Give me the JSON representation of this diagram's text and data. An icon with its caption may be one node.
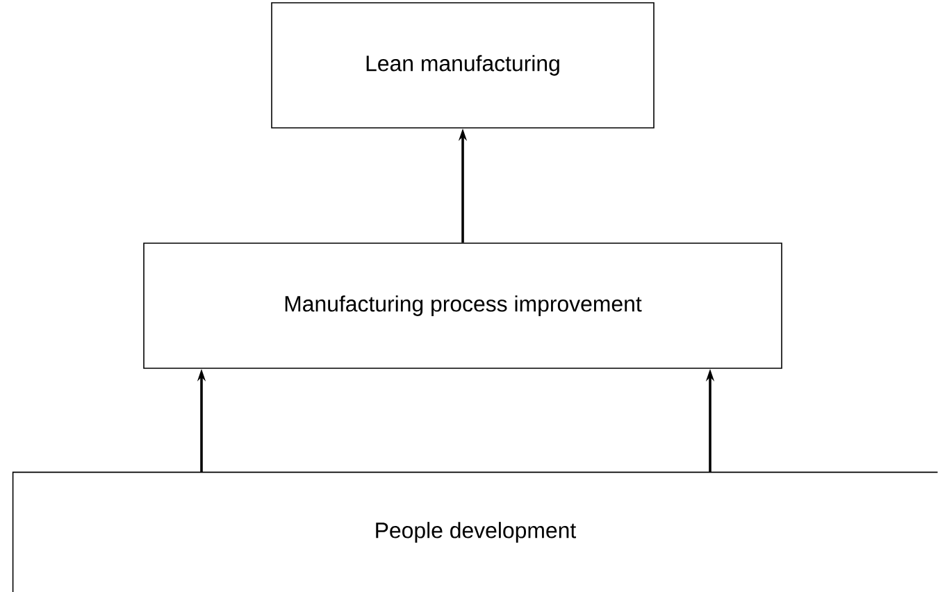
{
  "diagram": {
    "nodes": [
      {
        "text": [
          "Lean manufacturing"
        ]
      },
      {
        "text": [
          "Manufacturing process improvement"
        ]
      },
      {
        "text": [
          "People development"
        ]
      }
    ],
    "edges": [
      {
        "from": 1,
        "to": 0,
        "arrow": "to"
      },
      {
        "from": 2,
        "to": 1,
        "arrow": "to"
      },
      {
        "from": 2,
        "to": 1,
        "arrow": "to"
      }
    ]
  }
}
